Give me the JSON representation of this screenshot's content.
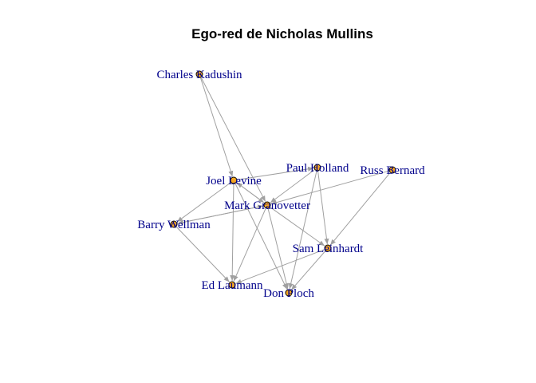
{
  "title": "Ego-red de Nicholas Mullins",
  "colors": {
    "node_fill": "#f5a623",
    "node_stroke": "#000000",
    "label": "#00008b",
    "edge": "#a0a0a0"
  },
  "nodes": [
    {
      "id": "kadushin",
      "label": "Charles Kadushin"
    },
    {
      "id": "levine",
      "label": "Joel Levine"
    },
    {
      "id": "holland",
      "label": "Paul Holland"
    },
    {
      "id": "bernard",
      "label": "Russ Bernard"
    },
    {
      "id": "granovetter",
      "label": "Mark Granovetter"
    },
    {
      "id": "wellman",
      "label": "Barry Wellman"
    },
    {
      "id": "leinhardt",
      "label": "Sam Leinhardt"
    },
    {
      "id": "laumann",
      "label": "Ed Laumann"
    },
    {
      "id": "ploch",
      "label": "Don Ploch"
    }
  ],
  "edges": [
    {
      "from": "kadushin",
      "to": "levine"
    },
    {
      "from": "kadushin",
      "to": "granovetter"
    },
    {
      "from": "levine",
      "to": "granovetter"
    },
    {
      "from": "granovetter",
      "to": "levine"
    },
    {
      "from": "levine",
      "to": "wellman"
    },
    {
      "from": "levine",
      "to": "laumann"
    },
    {
      "from": "levine",
      "to": "ploch"
    },
    {
      "from": "levine",
      "to": "holland"
    },
    {
      "from": "holland",
      "to": "granovetter"
    },
    {
      "from": "holland",
      "to": "leinhardt"
    },
    {
      "from": "holland",
      "to": "ploch"
    },
    {
      "from": "bernard",
      "to": "granovetter"
    },
    {
      "from": "bernard",
      "to": "leinhardt"
    },
    {
      "from": "granovetter",
      "to": "wellman"
    },
    {
      "from": "wellman",
      "to": "granovetter"
    },
    {
      "from": "granovetter",
      "to": "laumann"
    },
    {
      "from": "granovetter",
      "to": "ploch"
    },
    {
      "from": "granovetter",
      "to": "leinhardt"
    },
    {
      "from": "wellman",
      "to": "laumann"
    },
    {
      "from": "leinhardt",
      "to": "laumann"
    },
    {
      "from": "leinhardt",
      "to": "ploch"
    }
  ]
}
